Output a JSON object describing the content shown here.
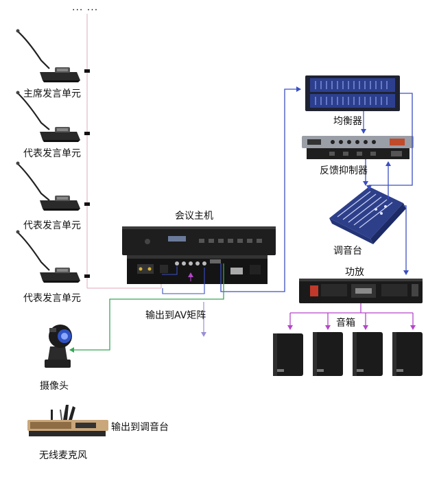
{
  "top_ellipsis": "... ...",
  "labels": {
    "chairman_unit": "主席发言单元",
    "delegate_unit_1": "代表发言单元",
    "delegate_unit_2": "代表发言单元",
    "delegate_unit_3": "代表发言单元",
    "conference_host": "会议主机",
    "output_av_matrix": "输出到AV矩阵",
    "camera": "摄像头",
    "wireless_mic": "无线麦克风",
    "output_to_mixer": "输出到调音台",
    "equalizer": "均衡器",
    "feedback_suppressor": "反馈抑制器",
    "mixer": "调音台",
    "amplifier": "功放",
    "speakers": "音箱"
  },
  "colors": {
    "audio_line": "#3a4fc2",
    "speaker_line": "#b545c9",
    "video_line": "#35a855",
    "bus_line": "#e6b8c8",
    "equipment_dark": "#1e1e1e",
    "equipment_blue": "#2c3f8f"
  },
  "icons": [
    "gooseneck-microphone-icon",
    "ptz-camera-icon",
    "speaker-cabinet-icon",
    "rack-unit-icon",
    "mixing-console-icon"
  ]
}
